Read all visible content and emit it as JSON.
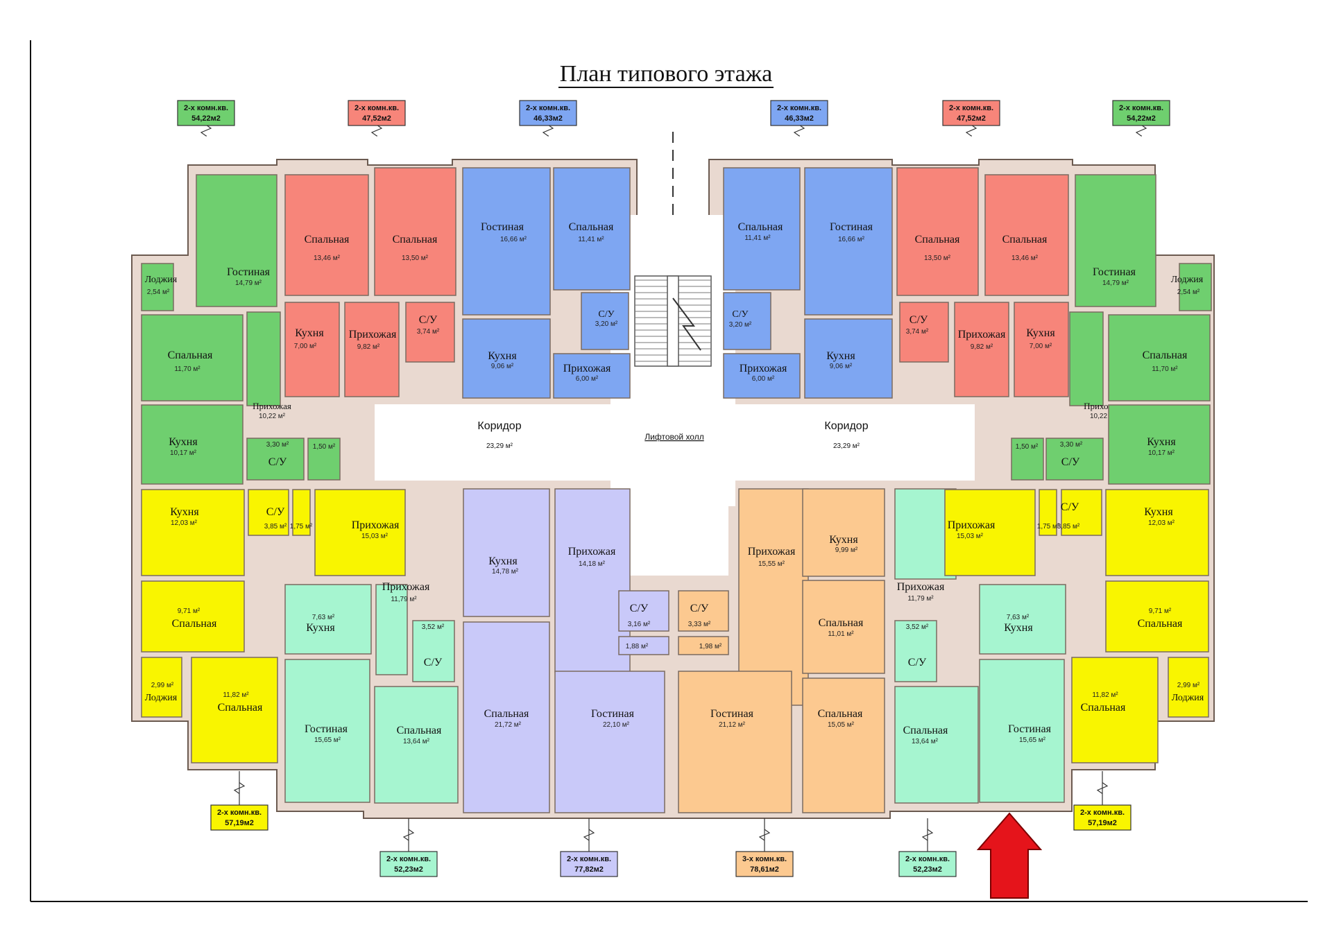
{
  "title": "План типового этажа",
  "colors": {
    "green": "#6fcf6f",
    "red": "#f7857a",
    "blue": "#7ea6f2",
    "yellow": "#f9f500",
    "mint": "#a6f5d0",
    "lavender": "#c9c9f9",
    "peach": "#fcc990",
    "wall": "#e9d9d0",
    "arrow": "#e5141b"
  },
  "corridor": {
    "left_label": "Коридор",
    "left_area": "23,29 м²",
    "right_label": "Коридор",
    "right_area": "23,29 м²",
    "hall_label": "Лифтовой холл"
  },
  "apartment_tags": [
    {
      "id": "tag-top-1",
      "line1": "2-х комн.кв.",
      "line2": "54,22м2",
      "color": "green"
    },
    {
      "id": "tag-top-2",
      "line1": "2-х комн.кв.",
      "line2": "47,52м2",
      "color": "red"
    },
    {
      "id": "tag-top-3",
      "line1": "2-х комн.кв.",
      "line2": "46,33м2",
      "color": "blue"
    },
    {
      "id": "tag-top-4",
      "line1": "2-х комн.кв.",
      "line2": "46,33м2",
      "color": "blue"
    },
    {
      "id": "tag-top-5",
      "line1": "2-х комн.кв.",
      "line2": "47,52м2",
      "color": "red"
    },
    {
      "id": "tag-top-6",
      "line1": "2-х комн.кв.",
      "line2": "54,22м2",
      "color": "green"
    },
    {
      "id": "tag-bot-1",
      "line1": "2-х комн.кв.",
      "line2": "57,19м2",
      "color": "yellow"
    },
    {
      "id": "tag-bot-2",
      "line1": "2-х комн.кв.",
      "line2": "52,23м2",
      "color": "mint"
    },
    {
      "id": "tag-bot-3",
      "line1": "2-х комн.кв.",
      "line2": "77,82м2",
      "color": "lavender"
    },
    {
      "id": "tag-bot-4",
      "line1": "3-х комн.кв.",
      "line2": "78,61м2",
      "color": "peach"
    },
    {
      "id": "tag-bot-5",
      "line1": "2-х комн.кв.",
      "line2": "52,23м2",
      "color": "mint"
    },
    {
      "id": "tag-bot-6",
      "line1": "2-х комн.кв.",
      "line2": "57,19м2",
      "color": "yellow"
    }
  ],
  "rooms": [
    {
      "id": "g1-living",
      "name": "Гостиная",
      "area": "14,79 м²",
      "color": "green"
    },
    {
      "id": "g1-loggia",
      "name": "Лоджия",
      "area": "2,54 м²",
      "color": "green"
    },
    {
      "id": "g1-bed",
      "name": "Спальная",
      "area": "11,70 м²",
      "color": "green"
    },
    {
      "id": "g1-hall",
      "name": "Прихожая",
      "area": "10,22 м²",
      "color": "green"
    },
    {
      "id": "g1-kitchen",
      "name": "Кухня",
      "area": "10,17 м²",
      "color": "green"
    },
    {
      "id": "g1-su",
      "name": "С/У",
      "area": "3,30 м²",
      "color": "green"
    },
    {
      "id": "g1-small",
      "name": "",
      "area": "1,50 м²",
      "color": "green"
    },
    {
      "id": "r1-bed-a",
      "name": "Спальная",
      "area": "13,46 м²",
      "color": "red"
    },
    {
      "id": "r1-bed-b",
      "name": "Спальная",
      "area": "13,50 м²",
      "color": "red"
    },
    {
      "id": "r1-kitchen",
      "name": "Кухня",
      "area": "7,00 м²",
      "color": "red"
    },
    {
      "id": "r1-hall",
      "name": "Прихожая",
      "area": "9,82 м²",
      "color": "red"
    },
    {
      "id": "r1-su",
      "name": "С/У",
      "area": "3,74 м²",
      "color": "red"
    },
    {
      "id": "b1-living",
      "name": "Гостиная",
      "area": "16,66 м²",
      "color": "blue"
    },
    {
      "id": "b1-bed",
      "name": "Спальная",
      "area": "11,41 м²",
      "color": "blue"
    },
    {
      "id": "b1-su",
      "name": "С/У",
      "area": "3,20 м²",
      "color": "blue"
    },
    {
      "id": "b1-kitchen",
      "name": "Кухня",
      "area": "9,06 м²",
      "color": "blue"
    },
    {
      "id": "b1-hall",
      "name": "Прихожая",
      "area": "6,00 м²",
      "color": "blue"
    },
    {
      "id": "b2-bed",
      "name": "Спальная",
      "area": "11,41 м²",
      "color": "blue"
    },
    {
      "id": "b2-living",
      "name": "Гостиная",
      "area": "16,66 м²",
      "color": "blue"
    },
    {
      "id": "b2-su",
      "name": "С/У",
      "area": "3,20 м²",
      "color": "blue"
    },
    {
      "id": "b2-kitchen",
      "name": "Кухня",
      "area": "9,06 м²",
      "color": "blue"
    },
    {
      "id": "b2-hall",
      "name": "Прихожая",
      "area": "6,00 м²",
      "color": "blue"
    },
    {
      "id": "r2-bed-a",
      "name": "Спальная",
      "area": "13,50 м²",
      "color": "red"
    },
    {
      "id": "r2-bed-b",
      "name": "Спальная",
      "area": "13,46 м²",
      "color": "red"
    },
    {
      "id": "r2-su",
      "name": "С/У",
      "area": "3,74 м²",
      "color": "red"
    },
    {
      "id": "r2-hall",
      "name": "Прихожая",
      "area": "9,82 м²",
      "color": "red"
    },
    {
      "id": "r2-kitchen",
      "name": "Кухня",
      "area": "7,00 м²",
      "color": "red"
    },
    {
      "id": "g2-living",
      "name": "Гостиная",
      "area": "14,79 м²",
      "color": "green"
    },
    {
      "id": "g2-loggia",
      "name": "Лоджия",
      "area": "2,54 м²",
      "color": "green"
    },
    {
      "id": "g2-bed",
      "name": "Спальная",
      "area": "11,70 м²",
      "color": "green"
    },
    {
      "id": "g2-hall",
      "name": "Прихожая",
      "area": "10,22 м²",
      "color": "green"
    },
    {
      "id": "g2-kitchen",
      "name": "Кухня",
      "area": "10,17 м²",
      "color": "green"
    },
    {
      "id": "g2-su",
      "name": "С/У",
      "area": "3,30 м²",
      "color": "green"
    },
    {
      "id": "g2-small",
      "name": "",
      "area": "1,50 м²",
      "color": "green"
    },
    {
      "id": "y1-kitchen",
      "name": "Кухня",
      "area": "12,03 м²",
      "color": "yellow"
    },
    {
      "id": "y1-su",
      "name": "С/У",
      "area": "3,85 м²",
      "color": "yellow"
    },
    {
      "id": "y1-small",
      "name": "",
      "area": "1,75 м²",
      "color": "yellow"
    },
    {
      "id": "y1-hall",
      "name": "Прихожая",
      "area": "15,03 м²",
      "color": "yellow"
    },
    {
      "id": "y1-bed-a",
      "name": "Спальная",
      "area": "9,71 м²",
      "color": "yellow"
    },
    {
      "id": "y1-loggia",
      "name": "Лоджия",
      "area": "2,99 м²",
      "color": "yellow"
    },
    {
      "id": "y1-bed-b",
      "name": "Спальная",
      "area": "11,82 м²",
      "color": "yellow"
    },
    {
      "id": "m1-kitchen",
      "name": "Кухня",
      "area": "7,63 м²",
      "color": "mint"
    },
    {
      "id": "m1-hall",
      "name": "Прихожая",
      "area": "11,79 м²",
      "color": "mint"
    },
    {
      "id": "m1-su",
      "name": "С/У",
      "area": "3,52 м²",
      "color": "mint"
    },
    {
      "id": "m1-living",
      "name": "Гостиная",
      "area": "15,65 м²",
      "color": "mint"
    },
    {
      "id": "m1-bed",
      "name": "Спальная",
      "area": "13,64 м²",
      "color": "mint"
    },
    {
      "id": "l1-kitchen",
      "name": "Кухня",
      "area": "14,78 м²",
      "color": "lavender"
    },
    {
      "id": "l1-hall",
      "name": "Прихожая",
      "area": "14,18 м²",
      "color": "lavender"
    },
    {
      "id": "l1-su",
      "name": "С/У",
      "area": "3,16 м²",
      "color": "lavender"
    },
    {
      "id": "l1-small",
      "name": "",
      "area": "1,88 м²",
      "color": "lavender"
    },
    {
      "id": "l1-bed",
      "name": "Спальная",
      "area": "21,72 м²",
      "color": "lavender"
    },
    {
      "id": "l1-living",
      "name": "Гостиная",
      "area": "22,10 м²",
      "color": "lavender"
    },
    {
      "id": "p1-su",
      "name": "С/У",
      "area": "3,33 м²",
      "color": "peach"
    },
    {
      "id": "p1-small",
      "name": "",
      "area": "1,98 м²",
      "color": "peach"
    },
    {
      "id": "p1-hall",
      "name": "Прихожая",
      "area": "15,55 м²",
      "color": "peach"
    },
    {
      "id": "p1-kitchen",
      "name": "Кухня",
      "area": "9,99 м²",
      "color": "peach"
    },
    {
      "id": "p1-bed-a",
      "name": "Спальная",
      "area": "11,01 м²",
      "color": "peach"
    },
    {
      "id": "p1-living",
      "name": "Гостиная",
      "area": "21,12 м²",
      "color": "peach"
    },
    {
      "id": "p1-bed-b",
      "name": "Спальная",
      "area": "15,05 м²",
      "color": "peach"
    },
    {
      "id": "m2-hall",
      "name": "Прихожая",
      "area": "11,79 м²",
      "color": "mint"
    },
    {
      "id": "m2-kitchen",
      "name": "Кухня",
      "area": "7,63 м²",
      "color": "mint"
    },
    {
      "id": "m2-su",
      "name": "С/У",
      "area": "3,52 м²",
      "color": "mint"
    },
    {
      "id": "m2-bed",
      "name": "Спальная",
      "area": "13,64 м²",
      "color": "mint"
    },
    {
      "id": "m2-living",
      "name": "Гостиная",
      "area": "15,65 м²",
      "color": "mint"
    },
    {
      "id": "y2-hall",
      "name": "Прихожая",
      "area": "15,03 м²",
      "color": "yellow"
    },
    {
      "id": "y2-small",
      "name": "",
      "area": "1,75 м²",
      "color": "yellow"
    },
    {
      "id": "y2-su",
      "name": "С/У",
      "area": "3,85 м²",
      "color": "yellow"
    },
    {
      "id": "y2-kitchen",
      "name": "Кухня",
      "area": "12,03 м²",
      "color": "yellow"
    },
    {
      "id": "y2-bed-a",
      "name": "Спальная",
      "area": "9,71 м²",
      "color": "yellow"
    },
    {
      "id": "y2-bed-b",
      "name": "Спальная",
      "area": "11,82 м²",
      "color": "yellow"
    },
    {
      "id": "y2-loggia",
      "name": "Лоджия",
      "area": "2,99 м²",
      "color": "yellow"
    }
  ]
}
